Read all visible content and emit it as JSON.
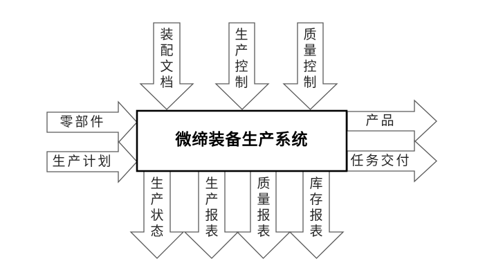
{
  "diagram": {
    "title": "微缔装备生产系统",
    "top_inputs": [
      {
        "label": "装配文档"
      },
      {
        "label": "生产控制"
      },
      {
        "label": "质量控制"
      }
    ],
    "left_inputs": [
      {
        "label": "零部件"
      },
      {
        "label": "生产计划"
      }
    ],
    "right_outputs": [
      {
        "label": "产品"
      },
      {
        "label": "任务交付"
      }
    ],
    "bottom_outputs": [
      {
        "label": "生产状态"
      },
      {
        "label": "生产报表"
      },
      {
        "label": "质量报表"
      },
      {
        "label": "库存报表"
      }
    ],
    "colors": {
      "background": "#ffffff",
      "shape_fill": "#ffffff",
      "arrow_outline": "#595959",
      "box_outline": "#000000",
      "label_text": "#262626"
    }
  }
}
